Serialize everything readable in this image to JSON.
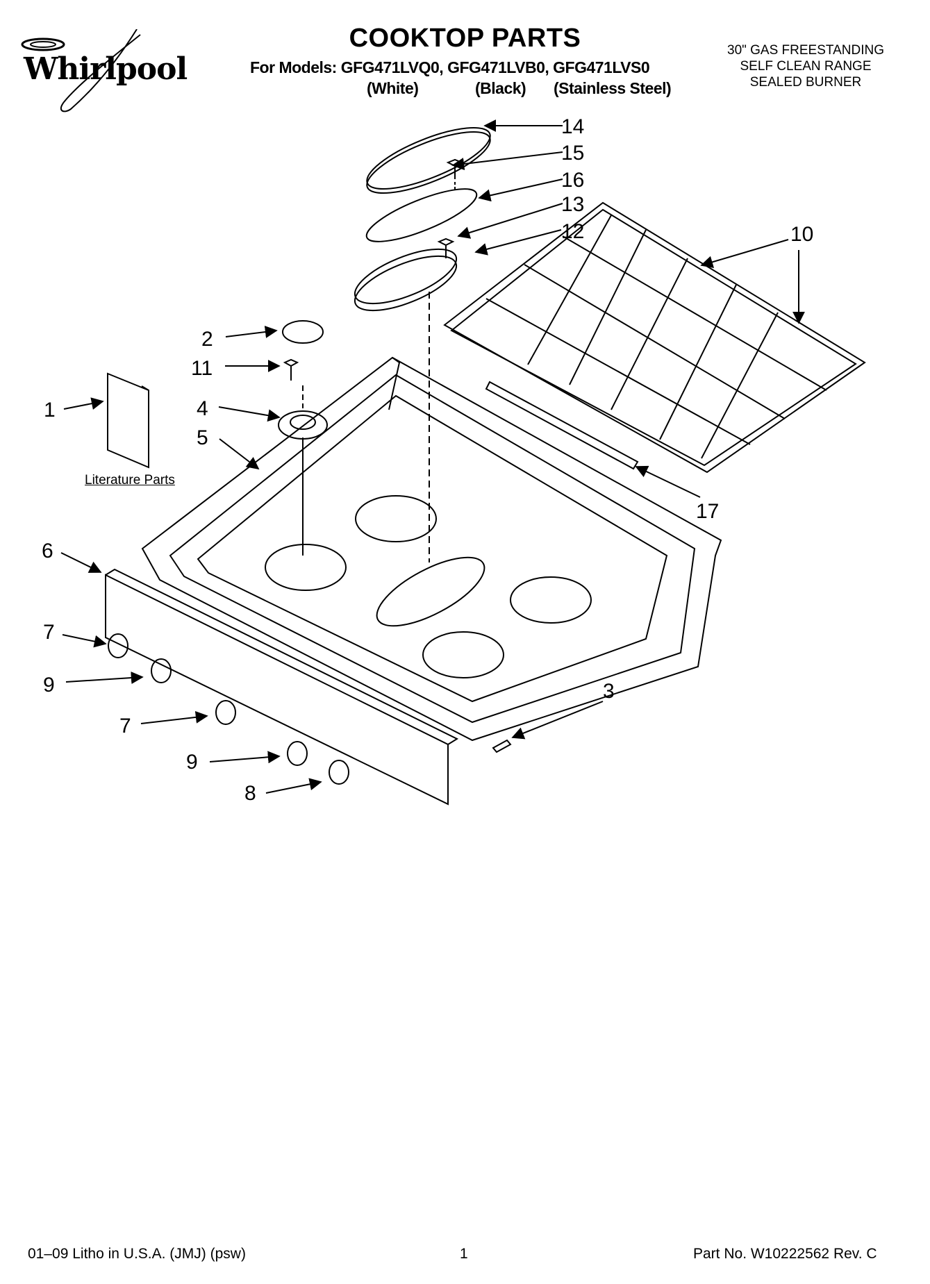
{
  "header": {
    "brand": "Whirlpool",
    "title": "COOKTOP PARTS",
    "models_line": "For Models: GFG471LVQ0, GFG471LVB0, GFG471LVS0",
    "variants": [
      "(White)",
      "(Black)",
      "(Stainless Steel)"
    ],
    "product_desc": [
      "30\" GAS FREESTANDING",
      "SELF CLEAN RANGE",
      "SEALED BURNER"
    ]
  },
  "diagram": {
    "literature_label": "Literature Parts",
    "callouts": [
      "14",
      "15",
      "16",
      "13",
      "12",
      "10",
      "2",
      "11",
      "1",
      "4",
      "5",
      "17",
      "6",
      "7",
      "9",
      "7",
      "9",
      "8",
      "3"
    ]
  },
  "footer": {
    "left": "01–09 Litho in U.S.A. (JMJ) (psw)",
    "page": "1",
    "right": "Part No. W10222562 Rev. C"
  }
}
